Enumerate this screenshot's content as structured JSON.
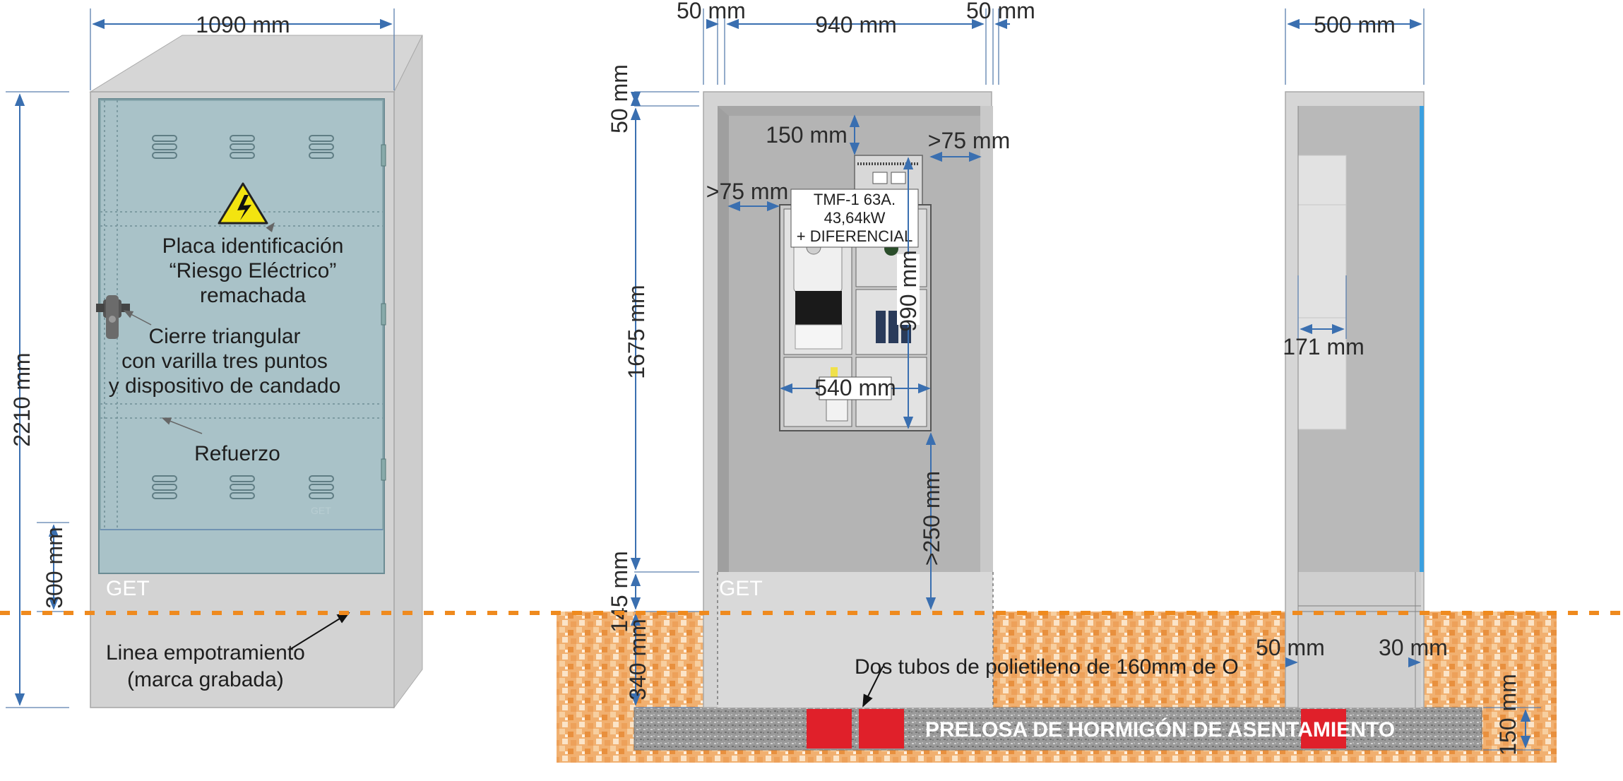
{
  "colors": {
    "cabinet": "#c8c8c8",
    "door": "#a9c2c8",
    "interior": "#b4b4b4",
    "ground": "#efab68",
    "slab": "#9e9e9e",
    "tube": "#e0202a",
    "accent_blue": "#3aa0e0",
    "grade_line": "#ef8a1e",
    "dim_line": "#3a6fb0"
  },
  "dimensions": {
    "front_width": "1090 mm",
    "total_height": "2210 mm",
    "base_height": "300 mm",
    "side_left": "50 mm",
    "inner_width": "940 mm",
    "side_right": "50 mm",
    "top_margin": "50 mm",
    "inner_height": "1675 mm",
    "bottom_box": "145 mm",
    "buried": "340 mm",
    "top_clearance": "150 mm",
    "right_clearance": ">75 mm",
    "left_clearance": ">75 mm",
    "panel_height": "990 mm",
    "panel_width": "540 mm",
    "bottom_clearance": ">250 mm",
    "depth": "500 mm",
    "panel_depth": "171 mm",
    "side_wall": "50 mm",
    "side_wall_right": "30 mm",
    "slab_thickness": "150 mm"
  },
  "labels": {
    "sign_line1": "Placa identificación",
    "sign_line2": "“Riesgo Eléctrico”",
    "sign_line3": "remachada",
    "lock_line1": "Cierre triangular",
    "lock_line2": "con varilla tres puntos",
    "lock_line3": "y dispositivo de candado",
    "reinforcement": "Refuerzo",
    "brand": "GET",
    "embed_line1": "Linea empotramiento",
    "embed_line2": "(marca grabada)",
    "tubes": "Dos tubos de polietileno de 160mm de O",
    "slab": "PRELOSA DE HORMIGÓN DE ASENTAMIENTO",
    "meter_line1": "TMF-1 63A.",
    "meter_line2": "43,64kW",
    "meter_line3": "+ DIFERENCIAL"
  },
  "icons": [
    "electrical-hazard-icon",
    "triangular-lock-icon",
    "vent-slot-icon"
  ]
}
